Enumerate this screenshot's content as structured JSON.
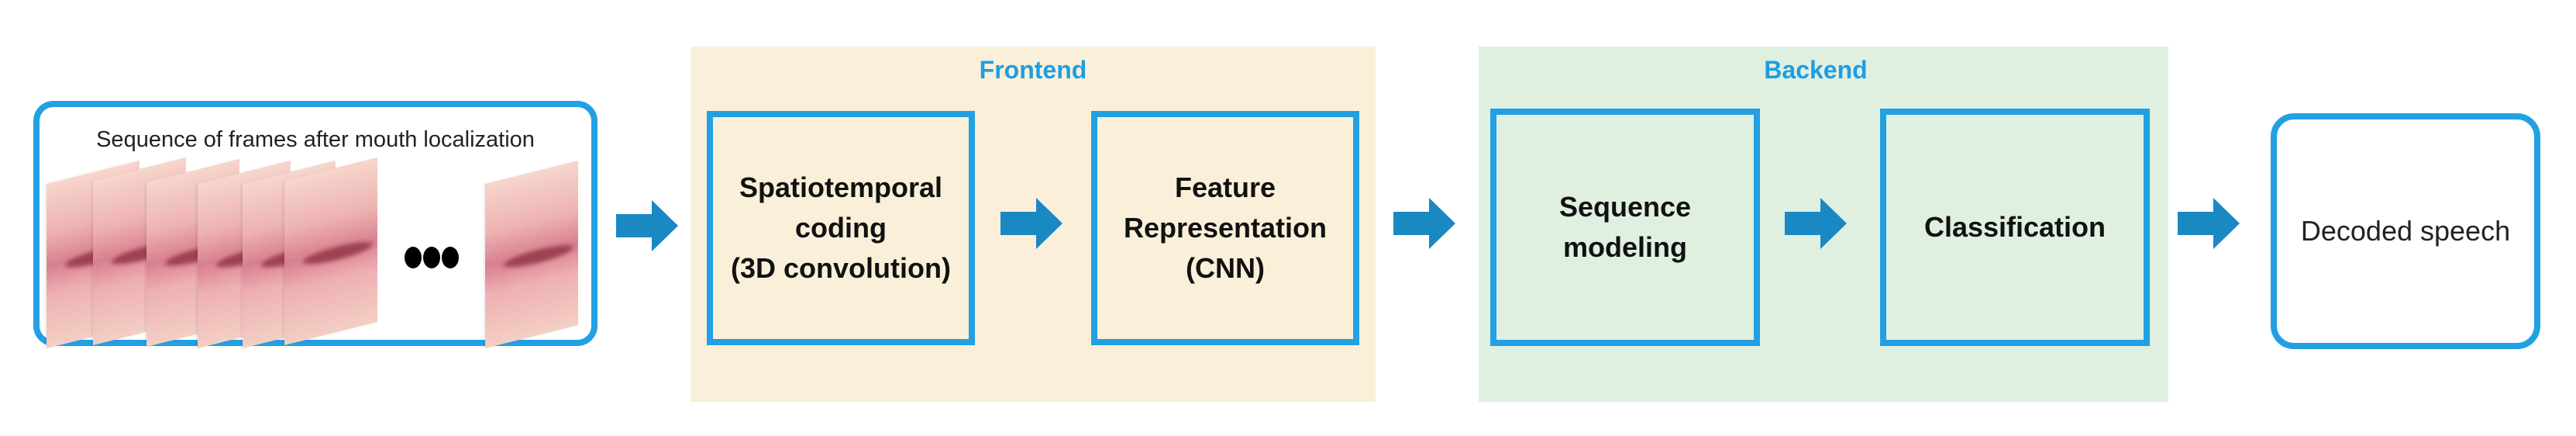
{
  "input": {
    "caption": "Sequence of frames after mouth localization",
    "ellipsis_icon": "three-dots"
  },
  "frontend": {
    "title": "Frontend",
    "blocks": [
      {
        "label": "Spatiotemporal\ncoding\n(3D convolution)"
      },
      {
        "label": "Feature\nRepresentation\n(CNN)"
      }
    ]
  },
  "backend": {
    "title": "Backend",
    "blocks": [
      {
        "label": "Sequence\nmodeling"
      },
      {
        "label": "Classification"
      }
    ]
  },
  "output": {
    "label": "Decoded speech"
  },
  "colors": {
    "border": "#22a0e3",
    "arrow": "#1a88c2",
    "frontend_bg": "#faf0d9",
    "backend_bg": "#dff0e1",
    "title": "#1e9ee0"
  }
}
